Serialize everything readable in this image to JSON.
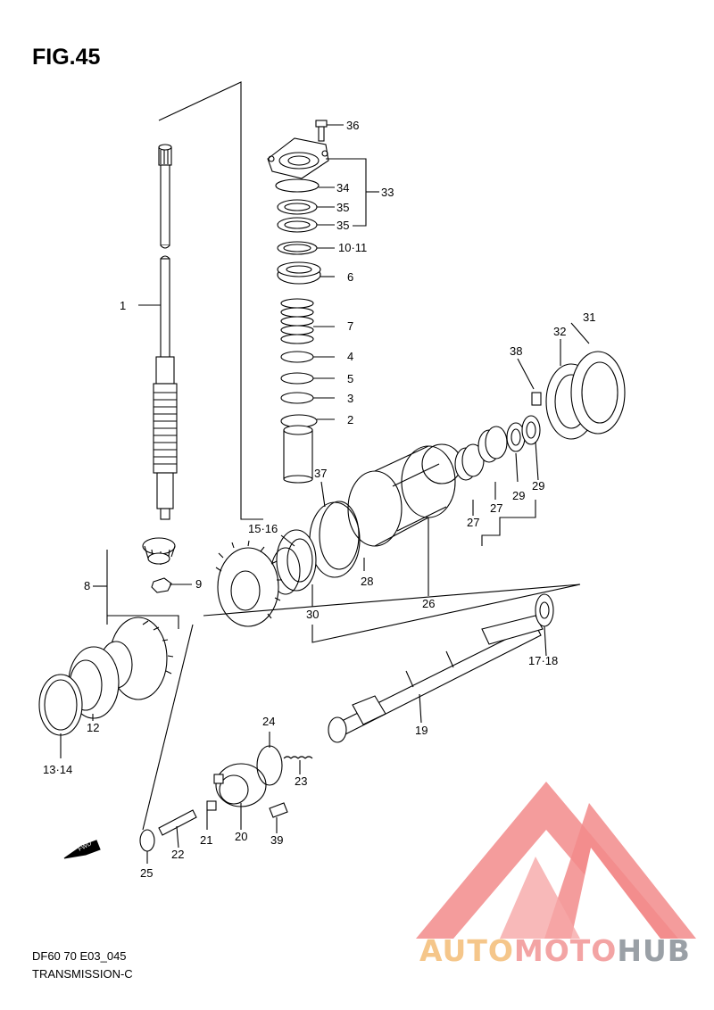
{
  "figure": {
    "title": "FIG.45",
    "code_line1": "DF60 70 E03_045",
    "code_line2": "TRANSMISSION-C"
  },
  "watermark": {
    "part1": "AUTO",
    "part2": "MOTO",
    "part3": "HUB",
    "colors": {
      "part1": "#f5c68a",
      "part2": "#f3a4a4",
      "part3": "#9aa0a6",
      "logo": "#f07a7a"
    }
  },
  "fwd_marker": "FWD",
  "callouts": {
    "c1": "1",
    "c2": "2",
    "c3": "3",
    "c4": "4",
    "c5": "5",
    "c6": "6",
    "c7": "7",
    "c8": "8",
    "c9": "9",
    "c10_11": "10·11",
    "c12": "12",
    "c13_14": "13·14",
    "c15_16": "15·16",
    "c17_18": "17·18",
    "c19": "19",
    "c20": "20",
    "c21": "21",
    "c22": "22",
    "c23": "23",
    "c24": "24",
    "c25": "25",
    "c26": "26",
    "c27a": "27",
    "c27b": "27",
    "c28": "28",
    "c29a": "29",
    "c29b": "29",
    "c30": "30",
    "c31": "31",
    "c32": "32",
    "c33": "33",
    "c34": "34",
    "c35a": "35",
    "c35b": "35",
    "c36": "36",
    "c37": "37",
    "c38": "38",
    "c39": "39"
  }
}
